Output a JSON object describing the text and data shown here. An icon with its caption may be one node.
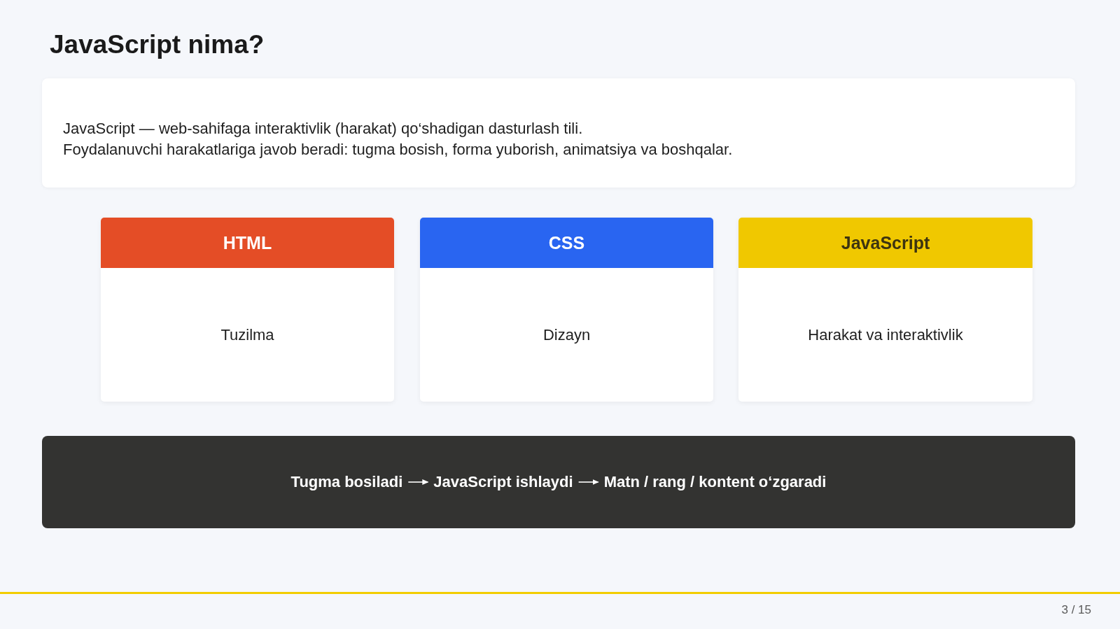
{
  "diagram": {
    "title": "JavaScript nima?",
    "nodes": [
      {
        "text": [
          "JavaScript — web-sahifaga interaktivlik (harakat) qo‘shadigan dasturlash tili.",
          "Foydalanuvchi harakatlariga javob beradi: tugma bosish, forma yuborish, animatsiya va boshqalar."
        ]
      },
      {
        "text": [
          "HTML",
          "Tuzilma"
        ]
      },
      {
        "text": [
          "CSS",
          "Dizayn"
        ]
      },
      {
        "text": [
          "JavaScript",
          "Harakat va interaktivlik"
        ]
      },
      {
        "text": [],
        "shape": "box"
      },
      {
        "text": [
          "Tugma bosiladi"
        ],
        "in": 4
      },
      {
        "text": [
          "JavaScript ishlaydi"
        ],
        "in": 4
      },
      {
        "text": [
          "Matn / rang / kontent o‘zgaradi"
        ],
        "in": 4
      }
    ],
    "edges": [
      {
        "from": 5,
        "to": 6,
        "arrow": "to"
      },
      {
        "from": 6,
        "to": 7,
        "arrow": "to"
      }
    ],
    "labels": [
      "3 / 15"
    ]
  }
}
